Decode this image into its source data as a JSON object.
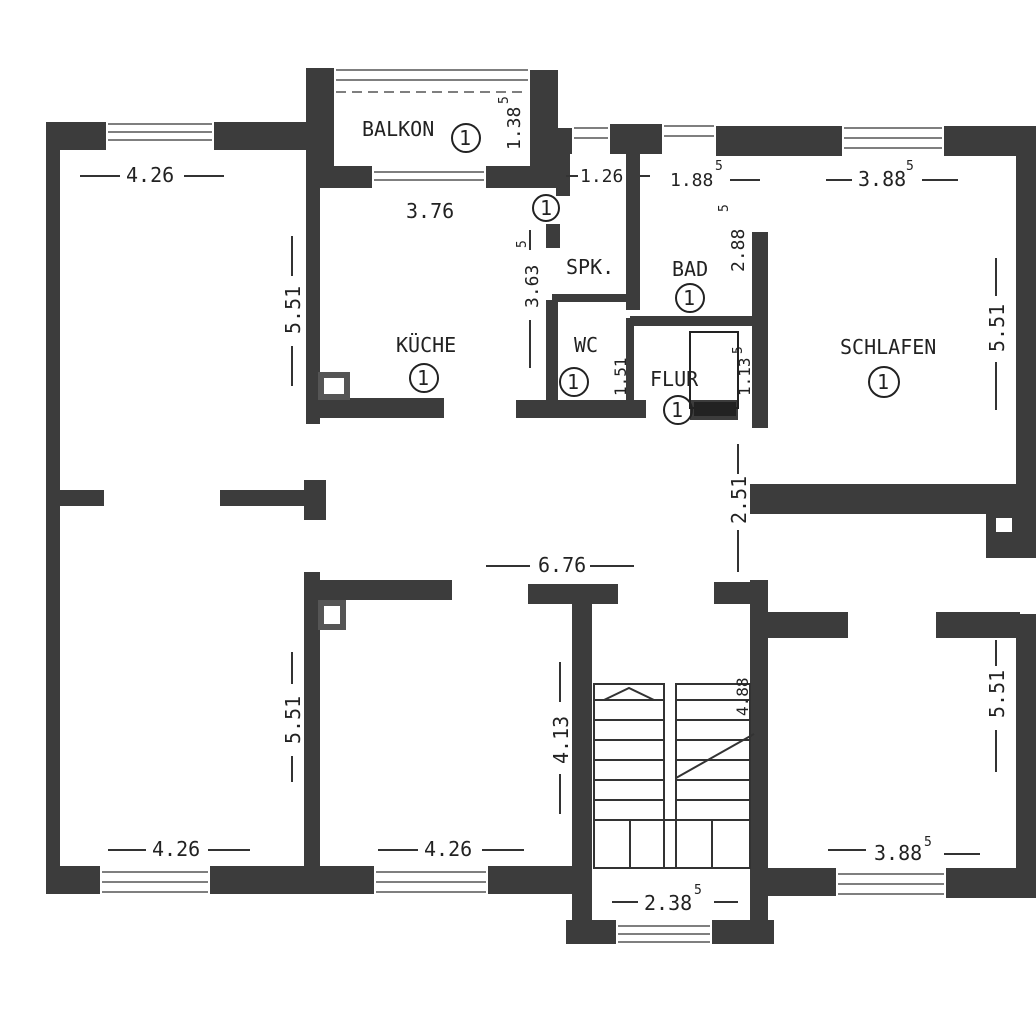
{
  "rooms": {
    "balkon": {
      "name": "BALKON",
      "number": "1"
    },
    "kueche": {
      "name": "KÜCHE",
      "number": "1"
    },
    "spk": {
      "name": "SPK.",
      "number": "1"
    },
    "bad": {
      "name": "BAD",
      "number": "1"
    },
    "wc": {
      "name": "WC",
      "number": "1"
    },
    "flur": {
      "name": "FLUR",
      "number": "1"
    },
    "schlafen": {
      "name": "SCHLAFEN",
      "number": "1"
    }
  },
  "dimensions": {
    "top_left_width": "4.26",
    "top_left_height": "5.51",
    "kitchen_width": "3.76",
    "kitchen_height": "3.63",
    "kitchen_height_sup": "5",
    "balkon_depth": "1.38",
    "balkon_depth_sup": "5",
    "spk_width": "1.26",
    "bad_width": "1.88",
    "bad_width_sup": "5",
    "bad_height": "2.88",
    "bad_height_sup": "5",
    "schlafen_width": "3.88",
    "schlafen_width_sup": "5",
    "schlafen_height": "5.51",
    "wc_height": "1.51",
    "flur_small": "1.13",
    "flur_small_sup": "5",
    "hall_length": "6.76",
    "hall_width": "2.51",
    "bottom_left_height": "5.51",
    "bottom_left_width": "4.26",
    "bottom_mid_width": "4.26",
    "stair_height": "4.13",
    "stair_landing": "4.88",
    "stair_width": "2.38",
    "stair_width_sup": "5",
    "bottom_right_height": "5.51",
    "bottom_right_width": "3.88",
    "bottom_right_width_sup": "5"
  }
}
